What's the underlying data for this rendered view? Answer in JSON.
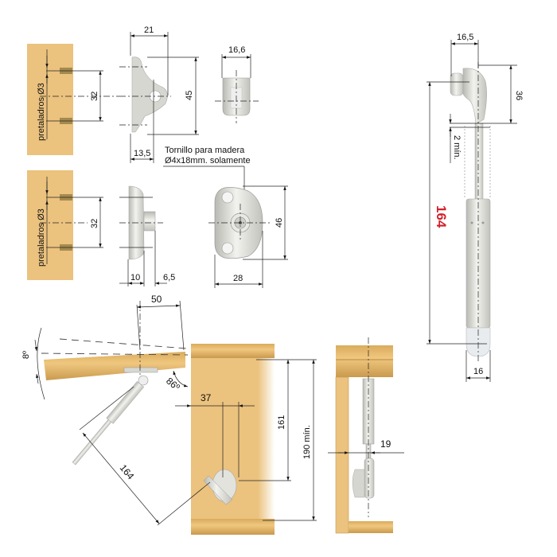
{
  "colors": {
    "wood": "#EBC27E",
    "wood_dark": "#D6A95E",
    "metal": "#D8D8D2",
    "accent_red": "#D0202A",
    "line": "#222222"
  },
  "top_left_bracket": {
    "board_label": "pretaladros Ø3",
    "hole_spacing": "32",
    "width": "21",
    "height": "45",
    "offset": "13,5",
    "end_view_width": "16,6",
    "screw_note_line1": "Tornillo para madera",
    "screw_note_line2": "Ø4x18mm. solamente"
  },
  "mid_left_bracket": {
    "board_label": "pretaladros Ø3",
    "hole_spacing": "32",
    "body_depth": "10",
    "boss_depth": "6,5",
    "plate_width": "28",
    "plate_height": "46"
  },
  "strut_side_view": {
    "head_width": "16,5",
    "head_height": "36",
    "clearance": "2 mín.",
    "length": "164",
    "tip_width": "16"
  },
  "installation_view": {
    "flap_offset": "50",
    "tilt_angle": "8º",
    "open_angle": "86º",
    "strut_length": "164",
    "mount_offset": "37",
    "mount_height": "161",
    "min_cabinet_height": "190 mín.",
    "section_offset": "19"
  }
}
